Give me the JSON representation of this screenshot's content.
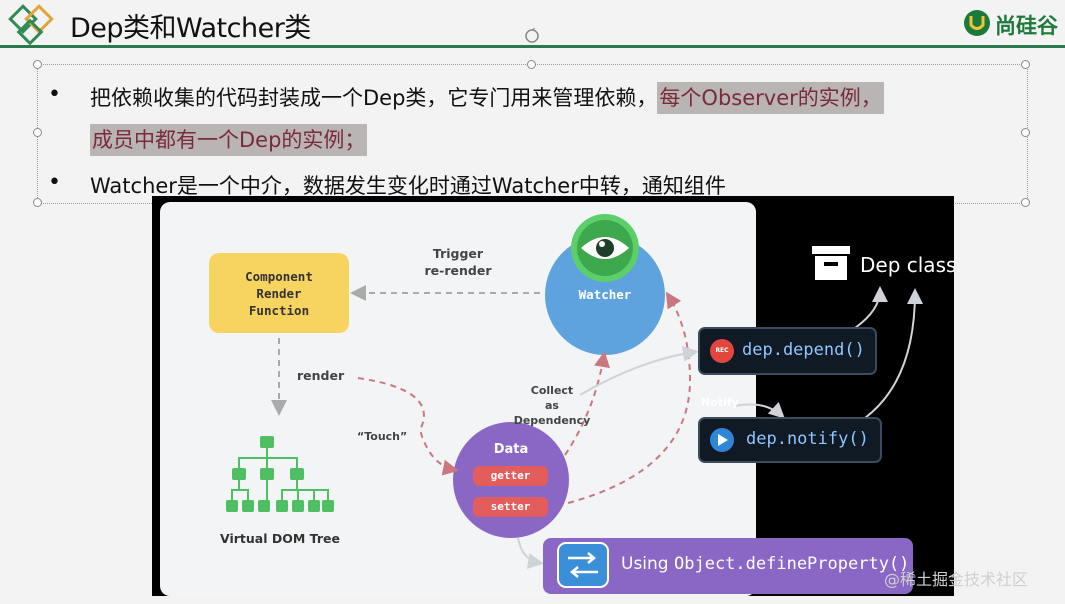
{
  "header": {
    "title": "Dep类和Watcher类",
    "brand": "尚硅谷"
  },
  "bullets": {
    "b1_line1_prefix": "把依赖收集的代码封装成一个Dep类，它专门用来管理依赖，",
    "b1_line1_hl": "每个Observer的实例，",
    "b1_line2_hl": "成员中都有一个Dep的实例；",
    "b2": "Watcher是一个中介，数据发生变化时通过Watcher中转，通知组件",
    "marker": "•"
  },
  "diagram": {
    "component_line1": "Component",
    "component_line2": "Render",
    "component_line3": "Function",
    "trigger_line1": "Trigger",
    "trigger_line2": "re-render",
    "watcher": "Watcher",
    "render": "render",
    "touch": "“Touch”",
    "collect_line1": "Collect",
    "collect_line2": "as Dependency",
    "notify": "Notify",
    "data": "Data",
    "getter": "getter",
    "setter": "setter",
    "vdom": "Virtual DOM Tree",
    "define_prefix": "Using ",
    "define_code": "Object.defineProperty()",
    "dep_class": "Dep class",
    "dep_depend": "dep.depend()",
    "dep_notify": "dep.notify()",
    "rec": "REC"
  },
  "watermark": "@稀土掘金技术社区"
}
